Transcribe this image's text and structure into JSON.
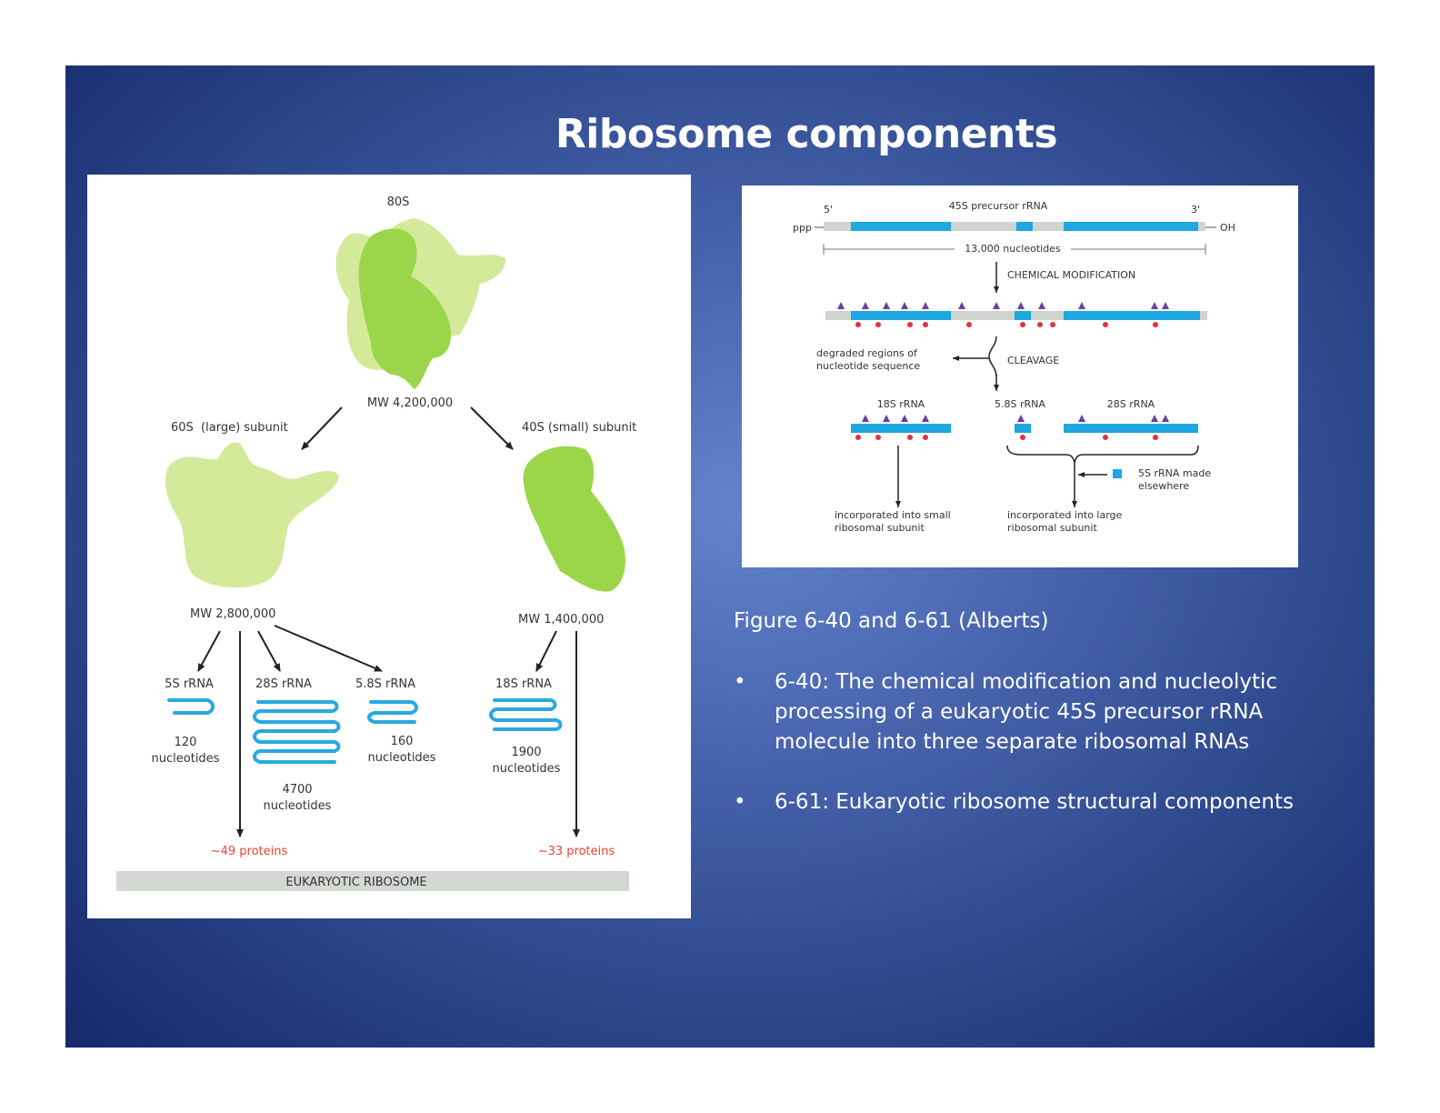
{
  "slide": {
    "title": "Ribosome components",
    "caption": "Figure 6-40 and 6-61 (Alberts)",
    "bullets": [
      "6-40: The chemical modification and nucleolytic processing of a eukaryotic 45S precursor rRNA molecule into three separate ribosomal RNAs",
      "6-61: Eukaryotic ribosome structural components"
    ]
  },
  "ribosome_figure": {
    "top_label": "80S",
    "top_mw": "MW 4,200,000",
    "large_subunit_label": "60S  (large) subunit",
    "small_subunit_label": "40S (small) subunit",
    "large_mw": "MW 2,800,000",
    "small_mw": "MW 1,400,000",
    "rna_5s": {
      "name": "5S rRNA",
      "line1": "120",
      "line2": "nucleotides"
    },
    "rna_28s": {
      "name": "28S rRNA",
      "line1": "4700",
      "line2": "nucleotides"
    },
    "rna_58s": {
      "name": "5.8S rRNA",
      "line1": "160",
      "line2": "nucleotides"
    },
    "rna_18s": {
      "name": "18S rRNA",
      "line1": "1900",
      "line2": "nucleotides"
    },
    "large_proteins": "~49 proteins",
    "small_proteins": "~33 proteins",
    "footer": "EUKARYOTIC RIBOSOME",
    "colors": {
      "light_green": "#d4e99a",
      "dark_green": "#9bd64a",
      "rna_blue": "#29a9e0",
      "protein_red": "#e8432f",
      "footer_bar": "#d4d8d3"
    }
  },
  "processing_figure": {
    "end5": "5'",
    "end3": "3'",
    "precursor_label": "45S precursor rRNA",
    "ppp": "ppp",
    "oh": "OH",
    "length": "13,000 nucleotides",
    "step1": "CHEMICAL MODIFICATION",
    "step2": "CLEAVAGE",
    "degraded_line1": "degraded regions of",
    "degraded_line2": "nucleotide sequence",
    "rna_18s": "18S rRNA",
    "rna_58s": "5.8S rRNA",
    "rna_28s": "28S rRNA",
    "rna_5s_line1": "5S rRNA made",
    "rna_5s_line2": "elsewhere",
    "small_line1": "incorporated into small",
    "small_line2": "ribosomal subunit",
    "large_line1": "incorporated into large",
    "large_line2": "ribosomal subunit",
    "colors": {
      "segment_blue": "#1ea7e1",
      "spacer_gray": "#cfd4ce",
      "triangle": "#6b3fa0",
      "dot": "#e0323c"
    }
  }
}
